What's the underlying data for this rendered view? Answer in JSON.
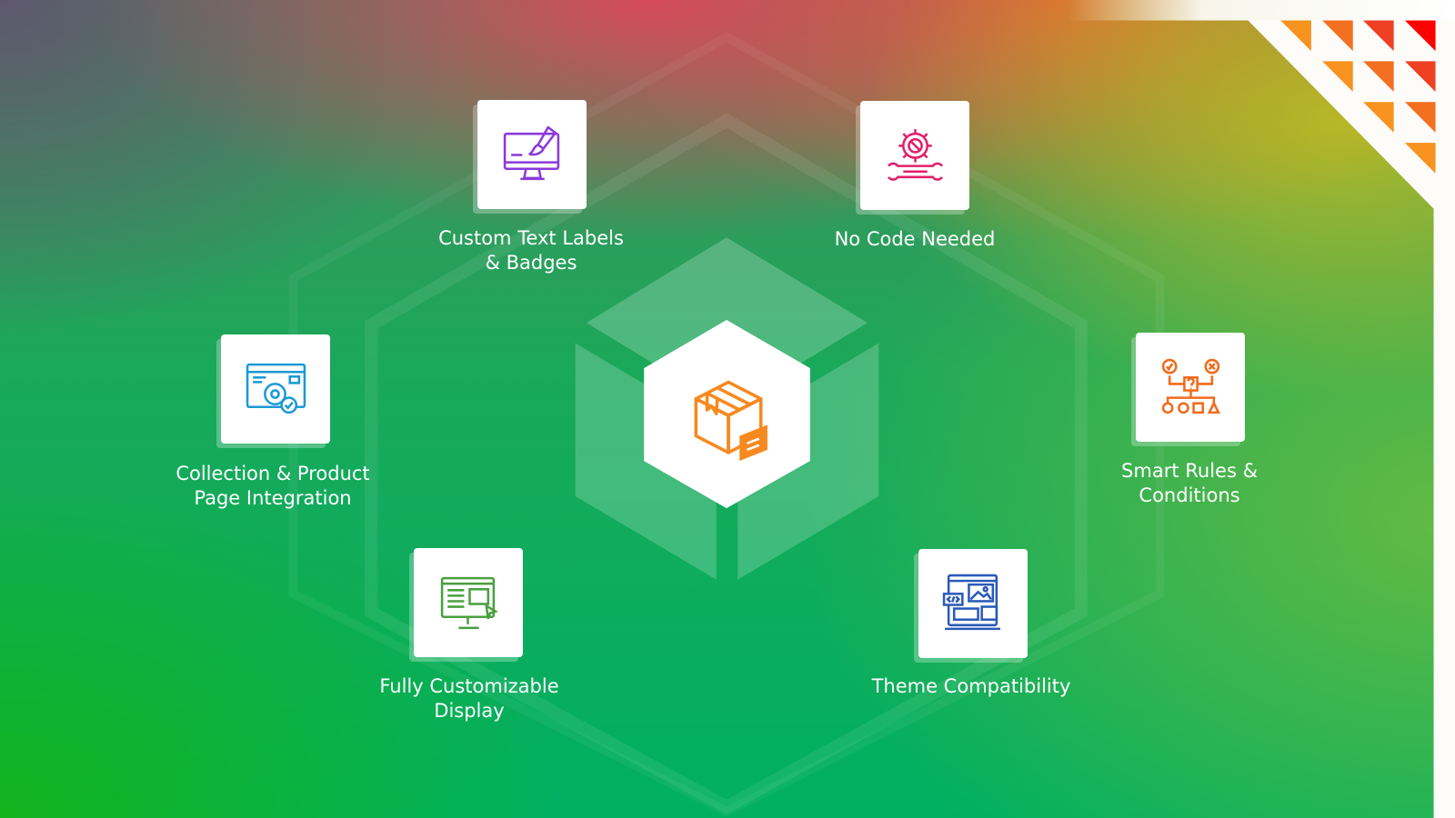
{
  "features": [
    {
      "id": "custom-text-labels",
      "lines": [
        "Custom Text Labels",
        "& Badges"
      ],
      "icon": "monitor-brush-icon",
      "color": "#8a3ad9"
    },
    {
      "id": "no-code-needed",
      "lines": [
        "No Code Needed"
      ],
      "icon": "no-code-gear-wrench-icon",
      "color": "#e0206a"
    },
    {
      "id": "collection-product-integration",
      "lines": [
        "Collection & Product",
        "Page Integration"
      ],
      "icon": "browser-gear-check-icon",
      "color": "#1a9ad6"
    },
    {
      "id": "smart-rules",
      "lines": [
        "Smart Rules &",
        "Conditions"
      ],
      "icon": "decision-flow-icon",
      "color": "#f26a1b"
    },
    {
      "id": "fully-customizable-display",
      "lines": [
        "Fully Customizable",
        "Display"
      ],
      "icon": "monitor-layout-icon",
      "color": "#4aa040"
    },
    {
      "id": "theme-compatibility",
      "lines": [
        "Theme Compatibility"
      ],
      "icon": "theme-layout-icon",
      "color": "#2a5ab8"
    }
  ],
  "center": {
    "icon": "product-box-label-icon",
    "color": "#f7891f"
  },
  "corner_colors": [
    "#f7931e",
    "#f37021",
    "#ef4023",
    "#ff0000"
  ]
}
